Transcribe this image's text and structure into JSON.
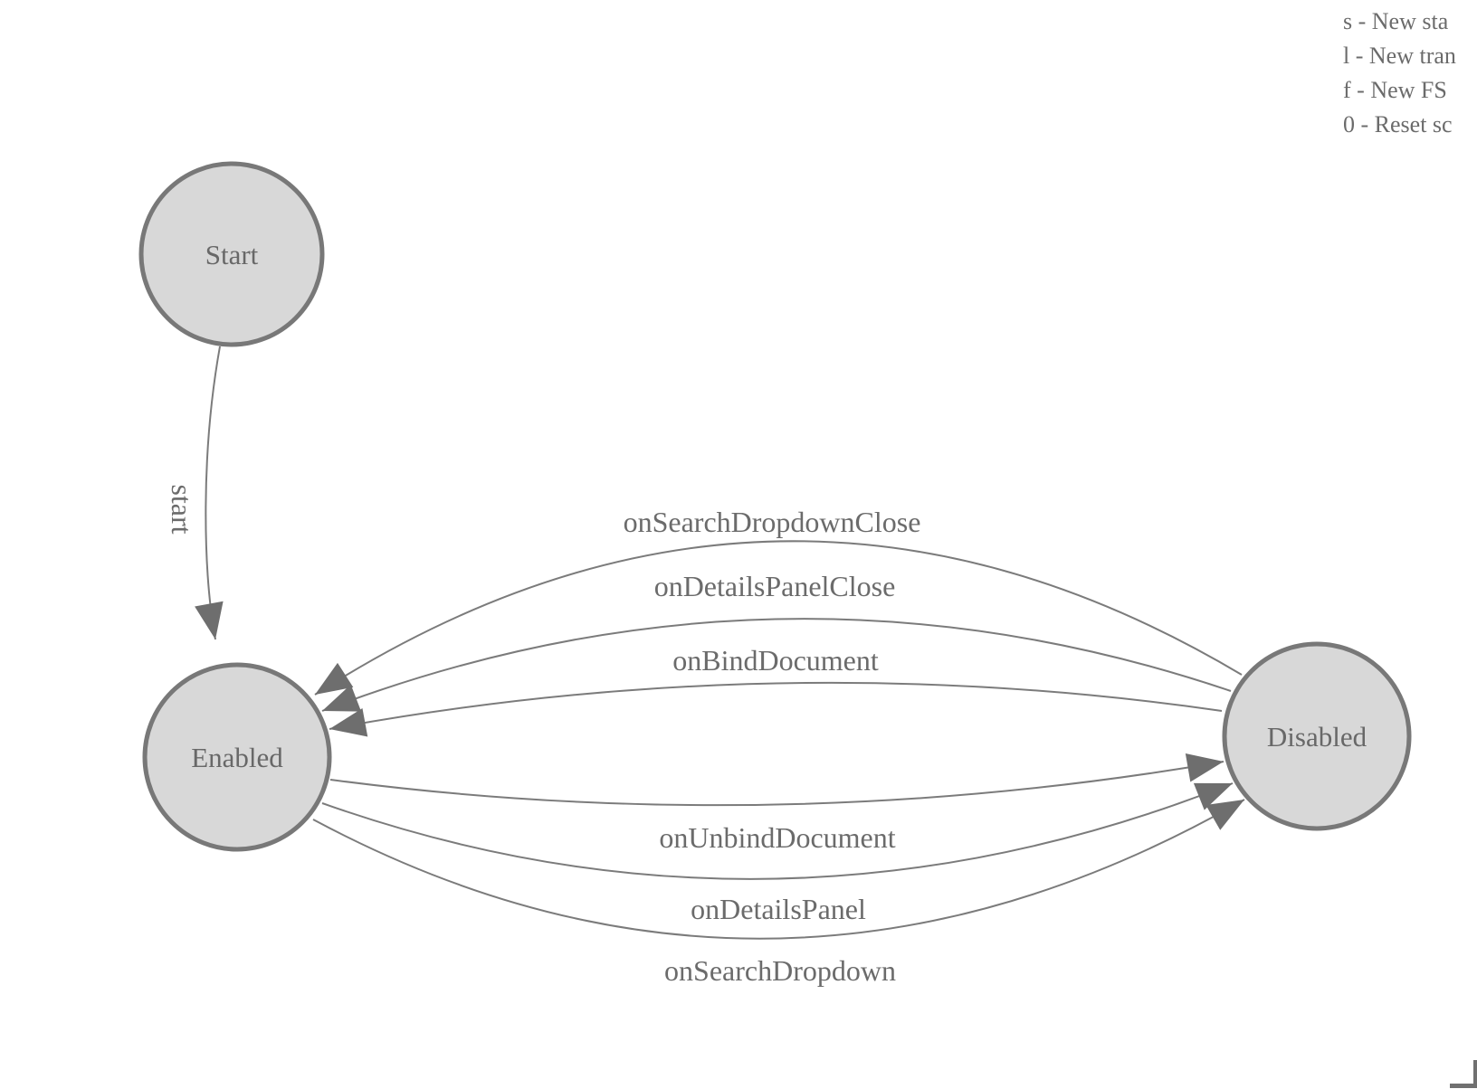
{
  "diagram": {
    "type": "finite-state-machine",
    "states": [
      {
        "id": "start",
        "label": "Start"
      },
      {
        "id": "enabled",
        "label": "Enabled"
      },
      {
        "id": "disabled",
        "label": "Disabled"
      }
    ],
    "transitions": [
      {
        "label": "start",
        "from": "Start",
        "to": "Enabled"
      },
      {
        "label": "onSearchDropdownClose",
        "from": "Disabled",
        "to": "Enabled"
      },
      {
        "label": "onDetailsPanelClose",
        "from": "Disabled",
        "to": "Enabled"
      },
      {
        "label": "onBindDocument",
        "from": "Disabled",
        "to": "Enabled"
      },
      {
        "label": "onUnbindDocument",
        "from": "Enabled",
        "to": "Disabled"
      },
      {
        "label": "onDetailsPanel",
        "from": "Enabled",
        "to": "Disabled"
      },
      {
        "label": "onSearchDropdown",
        "from": "Enabled",
        "to": "Disabled"
      }
    ],
    "colors": {
      "state_fill": "#d8d8d8",
      "state_border": "#787878",
      "edge_line": "#7b7b7b",
      "arrowhead": "#6e6e6e",
      "label_text": "#6b6b6b"
    }
  },
  "legend": {
    "lines": [
      "s - New sta",
      "l - New tran",
      "f - New FS",
      "0 - Reset sc"
    ]
  }
}
